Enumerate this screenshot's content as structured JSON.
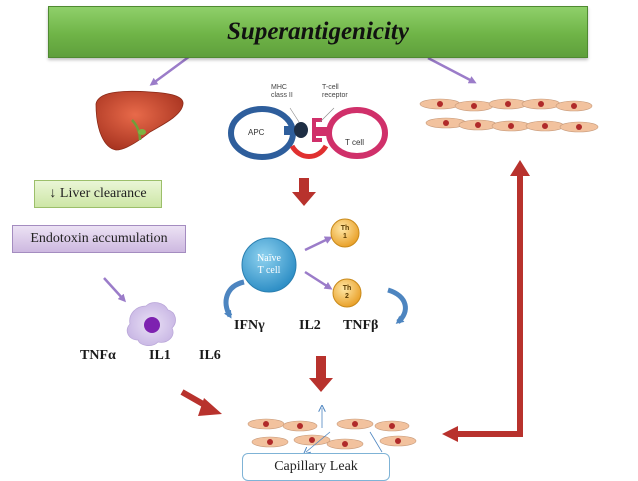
{
  "title": "Superantigenicity",
  "boxes": {
    "liver_clearance": "↓ Liver clearance",
    "endotoxin": "Endotoxin accumulation",
    "capillary_leak": "Capillary Leak"
  },
  "cytokines_left": {
    "tnfa": "TNFα",
    "il1": "IL1",
    "il6": "IL6"
  },
  "cytokines_center": {
    "ifng": "IFNγ",
    "il2": "IL2",
    "tnfb": "TNFβ"
  },
  "cells": {
    "naive_line1": "Naïve",
    "naive_line2": "T cell",
    "th1_a": "Th",
    "th1_b": "1",
    "th2_a": "Th",
    "th2_b": "2"
  },
  "receptor_labels": {
    "mhc_line1": "MHC",
    "mhc_line2": "class II",
    "tcr_line1": "T-cell",
    "tcr_line2": "receptor",
    "apc": "APC",
    "tcell": "T cell"
  },
  "colors": {
    "banner": "#6fb447",
    "purple_arrow": "#9b7cc9",
    "red_arrow": "#b8322d",
    "apc_ring": "#2e5e9c",
    "tcell_ring": "#d0306a",
    "naive_cell": "#3a9fd0",
    "th_cell": "#f3b63a",
    "endothelial": "#f2c29e",
    "nucleus": "#b02a2a"
  }
}
